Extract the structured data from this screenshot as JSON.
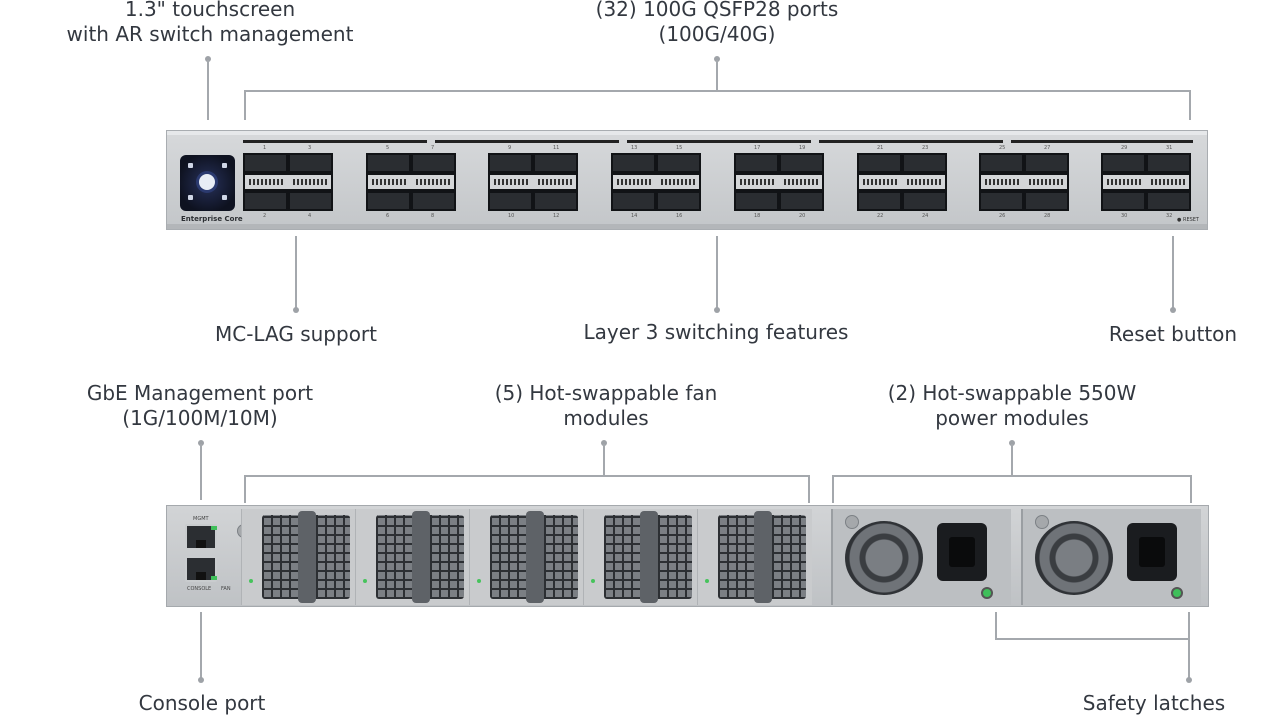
{
  "front_labels": {
    "touchscreen_line1": "1.3\" touchscreen",
    "touchscreen_line2": "with AR switch management",
    "ports_line1": "(32) 100G QSFP28 ports",
    "ports_line2": "(100G/40G)",
    "mclag": "MC-LAG support",
    "layer3": "Layer 3 switching features",
    "reset": "Reset button"
  },
  "rear_labels": {
    "mgmt_line1": "GbE Management port",
    "mgmt_line2": "(1G/100M/10M)",
    "fans_line1": "(5) Hot-swappable fan",
    "fans_line2": "modules",
    "power_line1": "(2) Hot-swappable 550W",
    "power_line2": "power modules",
    "console": "Console port",
    "latches": "Safety latches"
  },
  "device": {
    "brand": "Enterprise Core",
    "reset_text": "RESET",
    "mgmt_text": "MGMT",
    "console_text": "CONSOLE",
    "fan_text": "FAN",
    "port_numbers_top": [
      "1",
      "3",
      "5",
      "7",
      "9",
      "11",
      "13",
      "15",
      "17",
      "19",
      "21",
      "23",
      "25",
      "27",
      "29",
      "31"
    ],
    "port_numbers_bottom": [
      "2",
      "4",
      "6",
      "8",
      "10",
      "12",
      "14",
      "16",
      "18",
      "20",
      "22",
      "24",
      "26",
      "28",
      "30",
      "32"
    ]
  },
  "colors": {
    "text": "#333840",
    "leader": "#a4a8ad",
    "chassis": "#cfd1d3",
    "led": "#3fbf5a"
  }
}
